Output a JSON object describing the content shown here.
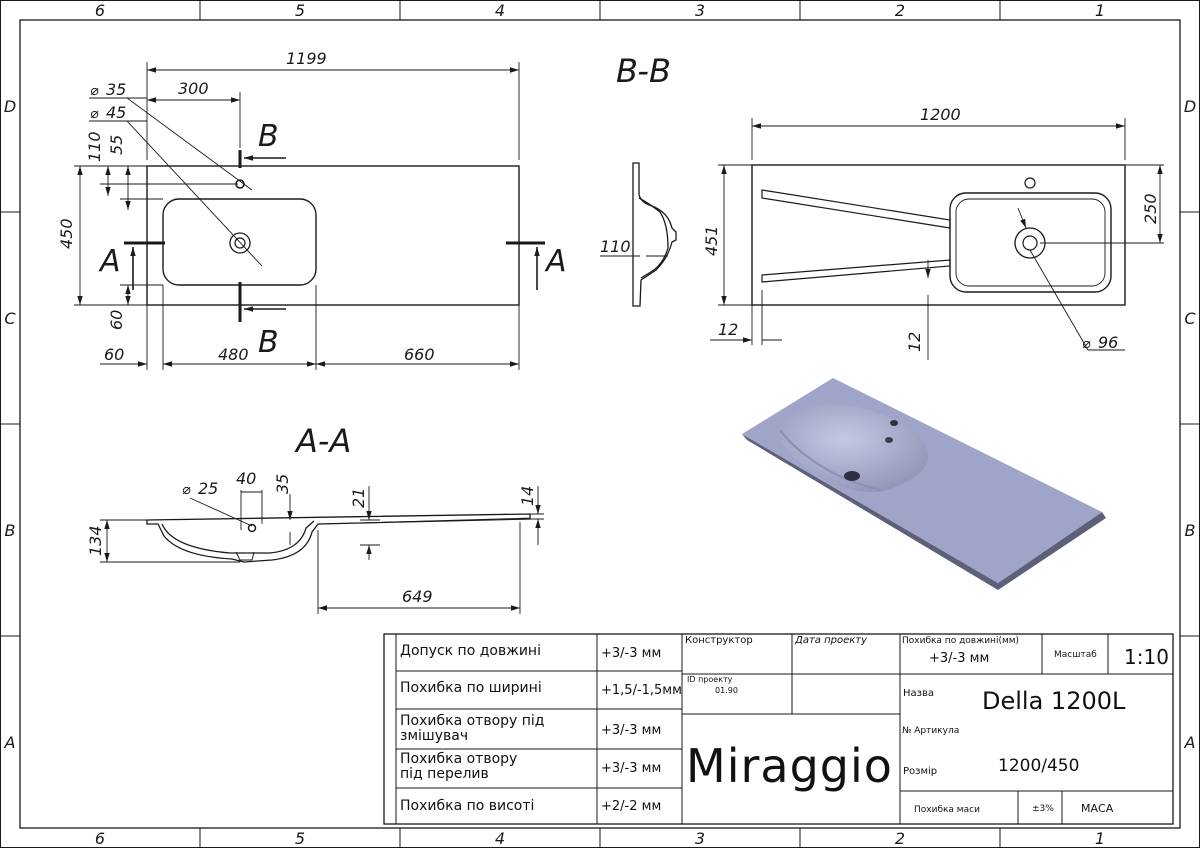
{
  "frame": {
    "columns": [
      "6",
      "5",
      "4",
      "3",
      "2",
      "1"
    ],
    "rows": [
      "D",
      "C",
      "B",
      "A"
    ]
  },
  "views": {
    "bb_title": "B-B",
    "aa_title": "A-A"
  },
  "dims_plan": {
    "total_length": "1199",
    "d300": "300",
    "d35": "35",
    "d45": "45",
    "d110": "110",
    "d55": "55",
    "d450": "450",
    "d60_left": "60",
    "d60_bottom": "60",
    "d480": "480",
    "d660": "660",
    "sec_a": "A",
    "sec_b": "B"
  },
  "dims_bb": {
    "d110": "110"
  },
  "dims_right": {
    "d1200": "1200",
    "d451": "451",
    "d250": "250",
    "d12a": "12",
    "d12b": "12",
    "d96": "96"
  },
  "dims_aa": {
    "d25": "25",
    "d40": "40",
    "d35": "35",
    "d21": "21",
    "d14": "14",
    "d134": "134",
    "d649": "649"
  },
  "title_block": {
    "rows": [
      {
        "label": "Допуск по довжині",
        "value": "+3/-3 мм"
      },
      {
        "label": "Похибка по ширині",
        "value": "+1,5/-1,5мм"
      },
      {
        "label": "Похибка отвору під\nзмішувач",
        "value": "+3/-3 мм"
      },
      {
        "label": "Похибка отвору\nпід перелив",
        "value": "+3/-3 мм"
      },
      {
        "label": "Похибка по висоті",
        "value": "+2/-2 мм"
      }
    ],
    "constructor_label": "Конструктор",
    "date_label": "Дата проекту",
    "project_id_label": "ID проекту",
    "project_id_value": "01.90",
    "brand": "Miraggio",
    "length_err_label": "Похибка по довжині(мм)",
    "length_err_value": "+3/-3 мм",
    "scale_label": "Масштаб",
    "scale_value": "1:10",
    "name_label": "Назва",
    "name_value": "Della 1200L",
    "article_label": "№ Артикула",
    "size_label": "Розмір",
    "size_value": "1200/450",
    "mass_err_label": "Похибка маси",
    "mass_err_value": "±3%",
    "mass_label": "МАСА"
  },
  "colors": {
    "line": "#1a1a1a",
    "render_top": "#9fa5c8",
    "render_dark": "#5c6078",
    "render_basin": "#b4b9d8"
  }
}
